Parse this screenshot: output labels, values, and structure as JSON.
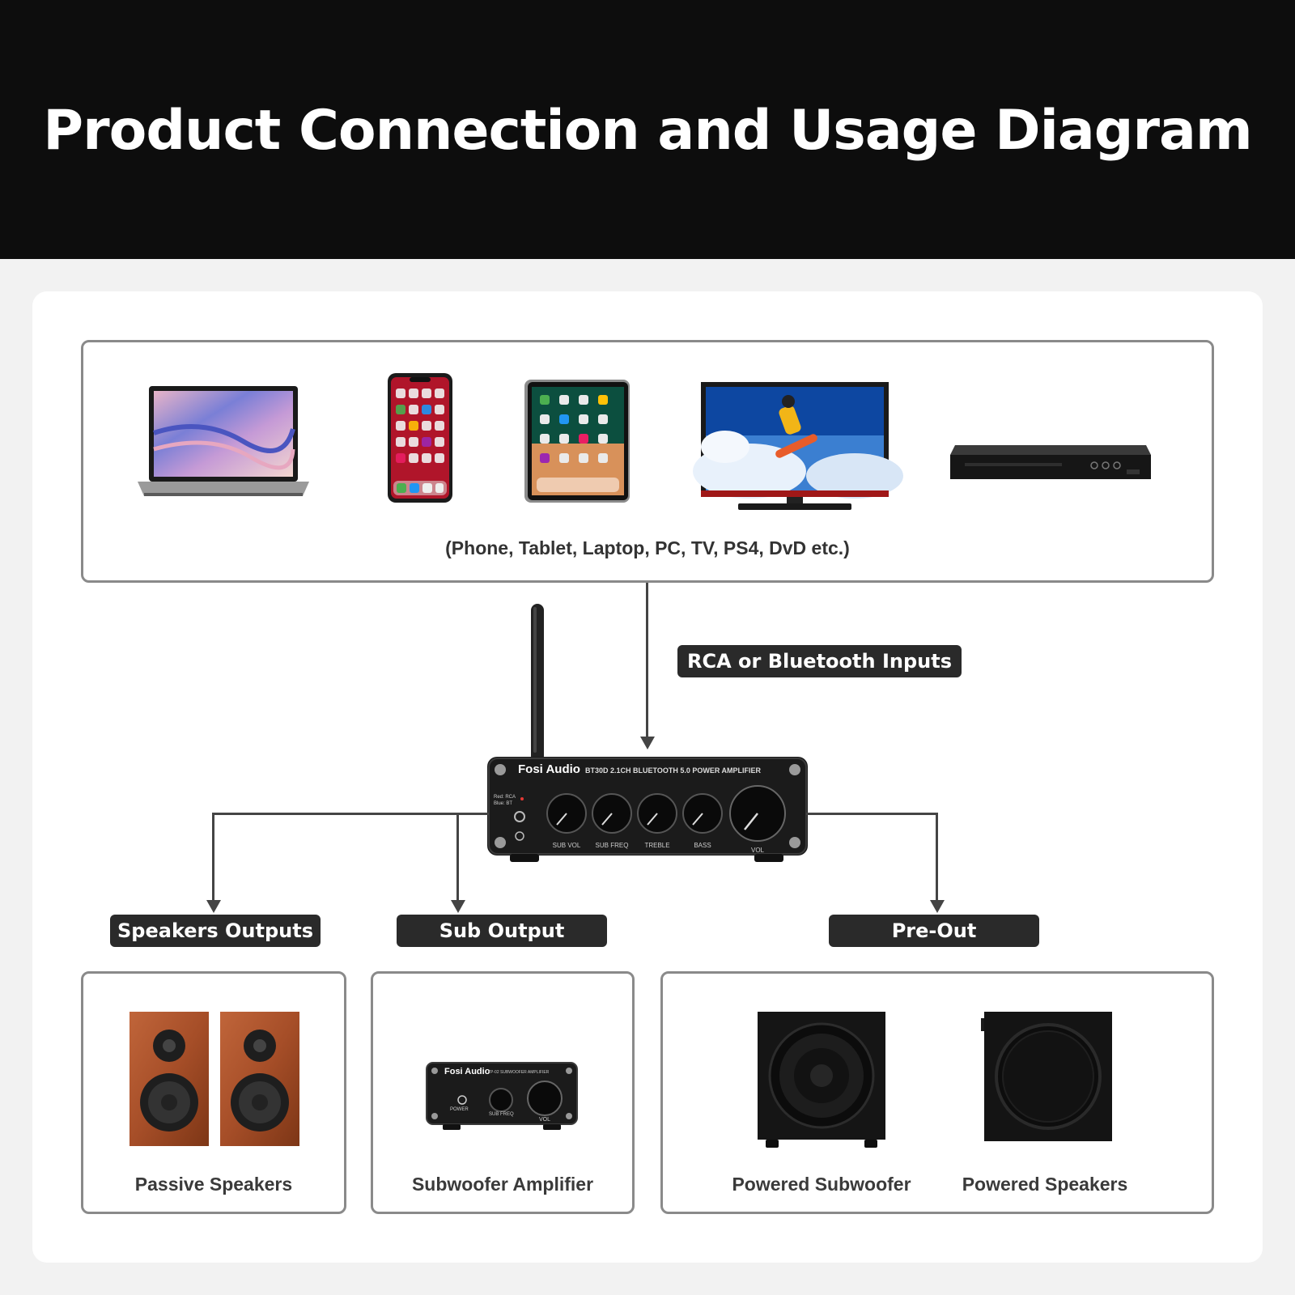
{
  "header": {
    "title": "Product Connection and Usage Diagram"
  },
  "sources": {
    "caption": "(Phone, Tablet, Laptop, PC, TV, PS4, DvD etc.)"
  },
  "amplifier": {
    "brand": "Fosi Audio",
    "model": "BT30D 2.1CH BLUETOOTH 5.0 POWER AMPLIFIER",
    "indicator": "Red: RCA Blue: BT",
    "knobs": [
      "SUB VOL",
      "SUB FREQ",
      "TREBLE",
      "BASS",
      "VOL"
    ]
  },
  "tags": {
    "inputs": "RCA or Bluetooth Inputs",
    "speakers": "Speakers Outputs",
    "sub": "Sub Output",
    "preout": "Pre-Out"
  },
  "outputs": {
    "passive": "Passive Speakers",
    "sub_amp": "Subwoofer Amplifier",
    "sub_amp_brand": "Fosi Audio",
    "sub_amp_model": "TP-02 SUBWOOFER AMPLIFIER",
    "sub_amp_labels": [
      "POWER",
      "SUB FREQ",
      "VOL"
    ],
    "powered_sub": "Powered Subwoofer",
    "powered_speakers": "Powered Speakers"
  }
}
